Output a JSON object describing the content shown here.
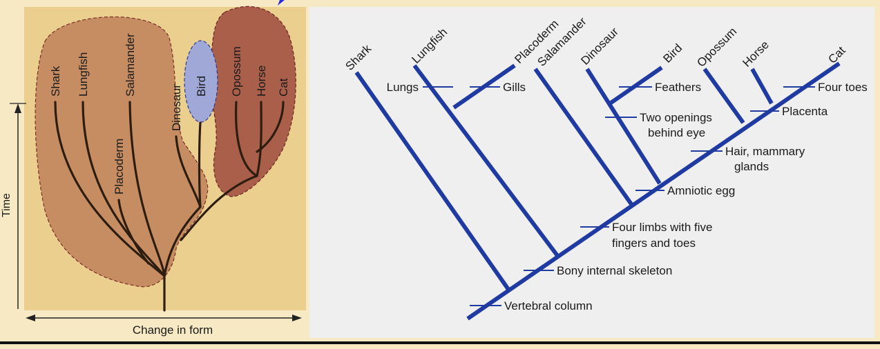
{
  "left_diagram": {
    "taxa": [
      "Shark",
      "Lungfish",
      "Placoderm",
      "Salamander",
      "Dinosaur",
      "Bird",
      "Opossum",
      "Horse",
      "Cat"
    ],
    "y_axis_label": "Time",
    "x_axis_label": "Change in form"
  },
  "cladogram": {
    "taxa": [
      "Shark",
      "Lungfish",
      "Placoderm",
      "Salamander",
      "Dinosaur",
      "Bird",
      "Opossum",
      "Horse",
      "Cat"
    ],
    "traits": {
      "lungs": "Lungs",
      "gills": "Gills",
      "feathers": "Feathers",
      "two_openings_1": "Two openings",
      "two_openings_2": "behind eye",
      "four_toes": "Four toes",
      "placenta": "Placenta",
      "hair_1": "Hair, mammary",
      "hair_2": "glands",
      "amniotic_egg": "Amniotic egg",
      "four_limbs_1": "Four limbs with five",
      "four_limbs_2": "fingers and toes",
      "bony_skeleton": "Bony internal skeleton",
      "vertebral_column": "Vertebral column"
    }
  },
  "colors": {
    "background": "#f6e9c4",
    "panel": "#ebcf8f",
    "fish_blob": "#c68d62",
    "bird_blob": "#a0a8d8",
    "mammal_blob": "#a95f4a",
    "branch_dark": "#2d1d10",
    "clado_blue": "#1f3aa0",
    "cladogram_panel": "#efefef"
  }
}
